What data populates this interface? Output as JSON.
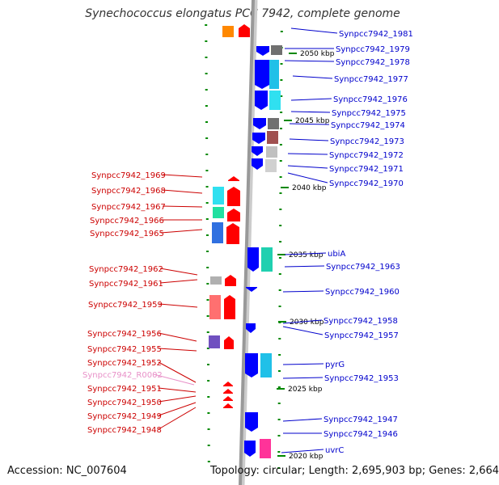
{
  "title": "Synechococcus elongatus PCC 7942, complete genome",
  "footer": {
    "accession": "Accession: NC_007604",
    "summary": "Topology: circular; Length: 2,695,903 bp; Genes: 2,664"
  },
  "colors": {
    "forward_label": "#cc0000",
    "reverse_label": "#0000cc",
    "rna_label": "#e890c8",
    "forward_arrow": "#ff0000",
    "reverse_arrow": "#0000ff",
    "backbone": "#999999",
    "tick": "#008800",
    "scale_text": "#000000"
  },
  "scale_labels": [
    "2050 kbp",
    "2045 kbp",
    "2040 kbp",
    "2035 kbp",
    "2030 kbp",
    "2025 kbp",
    "2020 kbp"
  ],
  "reverse_genes": [
    "Synpcc7942_1981",
    "Synpcc7942_1979",
    "Synpcc7942_1978",
    "Synpcc7942_1977",
    "Synpcc7942_1976",
    "Synpcc7942_1975",
    "Synpcc7942_1974",
    "Synpcc7942_1973",
    "Synpcc7942_1972",
    "Synpcc7942_1971",
    "Synpcc7942_1970",
    "ubiA",
    "Synpcc7942_1963",
    "Synpcc7942_1960",
    "Synpcc7942_1958",
    "Synpcc7942_1957",
    "pyrG",
    "Synpcc7942_1953",
    "Synpcc7942_1947",
    "Synpcc7942_1946",
    "uvrC"
  ],
  "forward_genes": [
    "Synpcc7942_1969",
    "Synpcc7942_1968",
    "Synpcc7942_1967",
    "Synpcc7942_1966",
    "Synpcc7942_1965",
    "Synpcc7942_1962",
    "Synpcc7942_1961",
    "Synpcc7942_1959",
    "Synpcc7942_1956",
    "Synpcc7942_1955",
    "Synpcc7942_1952",
    "Synpcc7942_R0002",
    "Synpcc7942_1951",
    "Synpcc7942_1950",
    "Synpcc7942_1949",
    "Synpcc7942_1948"
  ]
}
